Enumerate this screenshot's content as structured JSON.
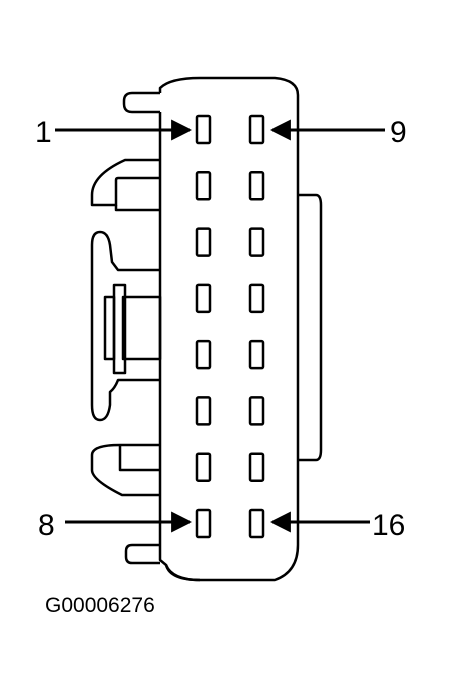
{
  "labels": {
    "pin_1": "1",
    "pin_9": "9",
    "pin_8": "8",
    "pin_16": "16"
  },
  "figure_code": "G00006276",
  "connector": {
    "pins_per_row": 8,
    "rows": 2
  }
}
